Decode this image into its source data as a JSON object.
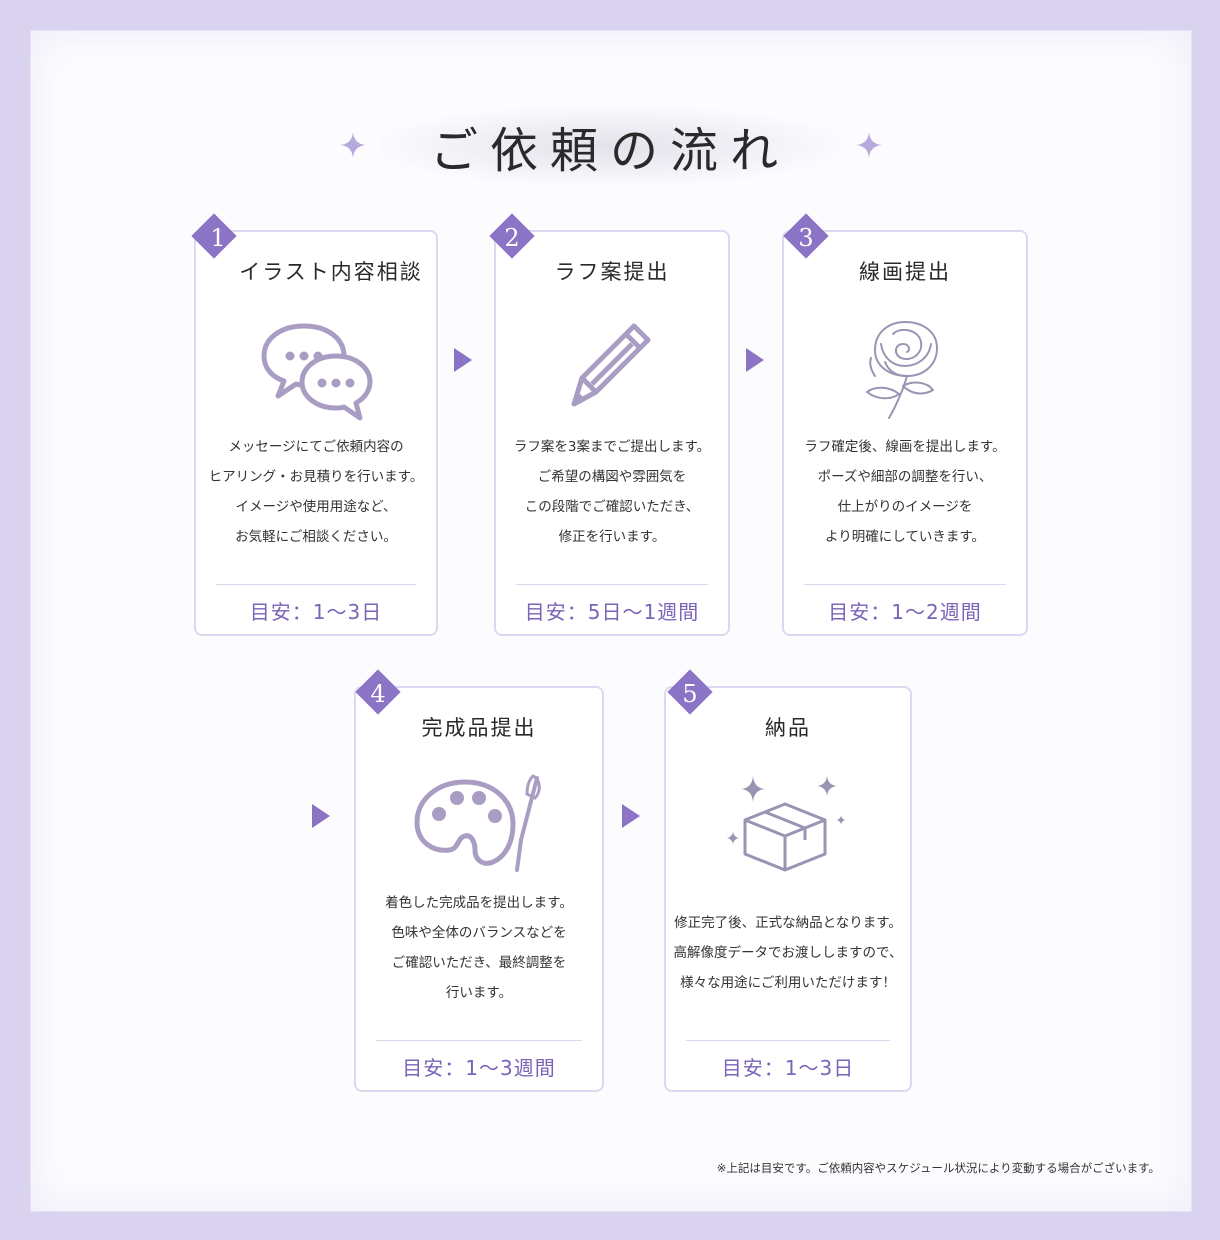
{
  "title": "ご依頼の流れ",
  "colors": {
    "accent": "#8b74c6",
    "accent_dark": "#7b63b8",
    "background": "#d9d3f0",
    "card_border": "#ddd8ef"
  },
  "steps": [
    {
      "number": "1",
      "title": "イラスト内容相談",
      "icon": "speech-bubbles-icon",
      "desc": [
        "メッセージにてご依頼内容の",
        "ヒアリング・お見積りを行います。",
        "イメージや使用用途など、",
        "お気軽にご相談ください。"
      ],
      "estimate": "目安：1〜3日"
    },
    {
      "number": "2",
      "title": "ラフ案提出",
      "icon": "pencil-icon",
      "desc": [
        "ラフ案を3案までご提出します。",
        "ご希望の構図や雰囲気を",
        "この段階でご確認いただき、",
        "修正を行います。"
      ],
      "estimate": "目安：5日〜1週間"
    },
    {
      "number": "3",
      "title": "線画提出",
      "icon": "rose-icon",
      "desc": [
        "ラフ確定後、線画を提出します。",
        "ポーズや細部の調整を行い、",
        "仕上がりのイメージを",
        "より明確にしていきます。"
      ],
      "estimate": "目安：1〜2週間"
    },
    {
      "number": "4",
      "title": "完成品提出",
      "icon": "palette-icon",
      "desc": [
        "着色した完成品を提出します。",
        "色味や全体のバランスなどを",
        "ご確認いただき、最終調整を",
        "行います。"
      ],
      "estimate": "目安：1〜3週間"
    },
    {
      "number": "5",
      "title": "納品",
      "icon": "box-icon",
      "desc": [
        "修正完了後、正式な納品となります。",
        "高解像度データでお渡ししますので、",
        "様々な用途にご利用いただけます！"
      ],
      "estimate": "目安：1〜3日"
    }
  ],
  "note": "※上記は目安です。ご依頼内容やスケジュール状況により変動する場合がございます。"
}
